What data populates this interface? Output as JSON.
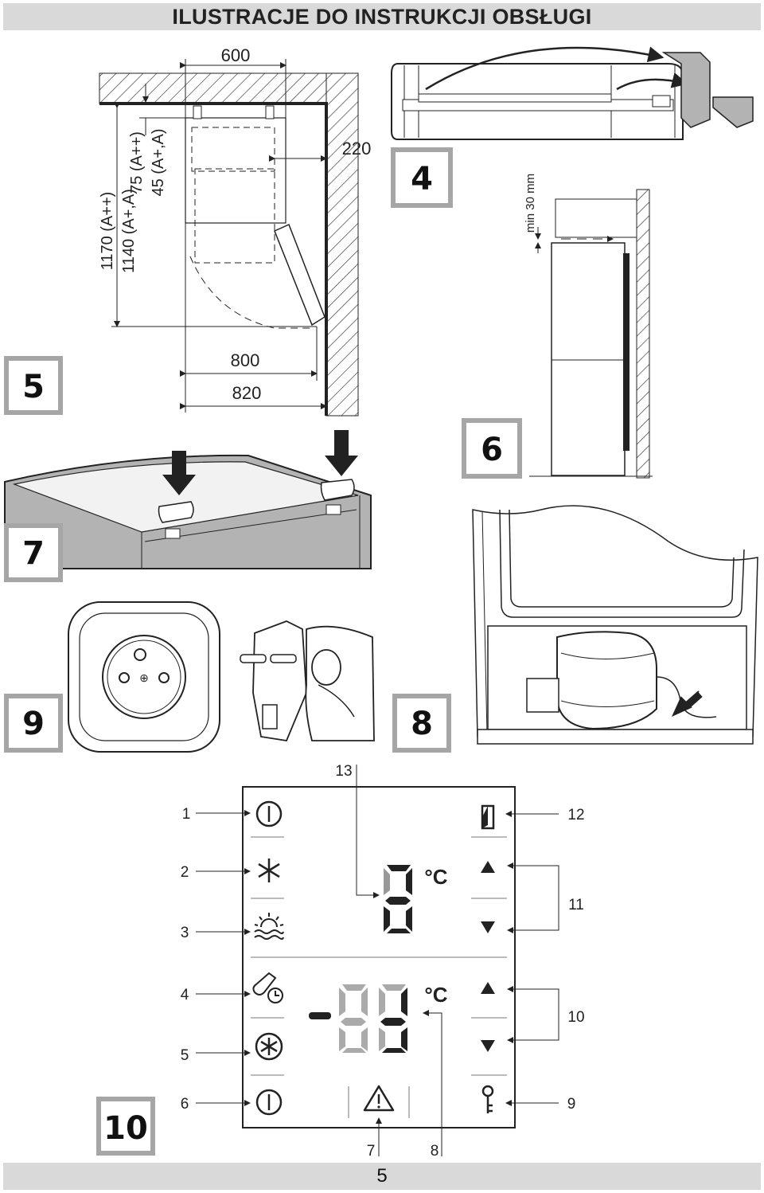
{
  "page": {
    "title": "ILUSTRACJE DO INSTRUKCJI OBSŁUGI",
    "page_number": "5"
  },
  "figures": {
    "fig4": {
      "badge": "4"
    },
    "fig5": {
      "badge": "5",
      "dimensions": {
        "width_top": "600",
        "side_gap": "220",
        "depth_a": "800",
        "depth_b": "820",
        "height_a": "1170 (A++)",
        "height_b": "1140 (A+,A)",
        "top_gap_a": "75 (A++)",
        "top_gap_b": "45 (A+,A)"
      }
    },
    "fig6": {
      "badge": "6",
      "clearance": "min 30 mm"
    },
    "fig7": {
      "badge": "7"
    },
    "fig8": {
      "badge": "8"
    },
    "fig9": {
      "badge": "9"
    },
    "fig10": {
      "badge": "10",
      "unit": "°C",
      "callouts": [
        "1",
        "2",
        "3",
        "4",
        "5",
        "6",
        "7",
        "8",
        "9",
        "10",
        "11",
        "12",
        "13"
      ]
    }
  },
  "colors": {
    "badge_border": "#a6a6a6",
    "bar": "#d9d9d9",
    "grey_part": "#b3b3b3"
  }
}
